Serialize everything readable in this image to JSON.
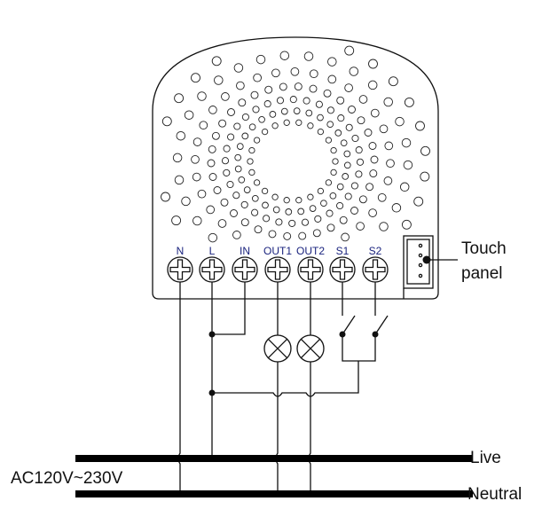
{
  "terminals": [
    "N",
    "L",
    "IN",
    "OUT1",
    "OUT2",
    "S1",
    "S2"
  ],
  "touch_label_1": "Touch",
  "touch_label_2": "panel",
  "live_label": "Live",
  "neutral_label": "Neutral",
  "supply_label": "AC120V~230V"
}
